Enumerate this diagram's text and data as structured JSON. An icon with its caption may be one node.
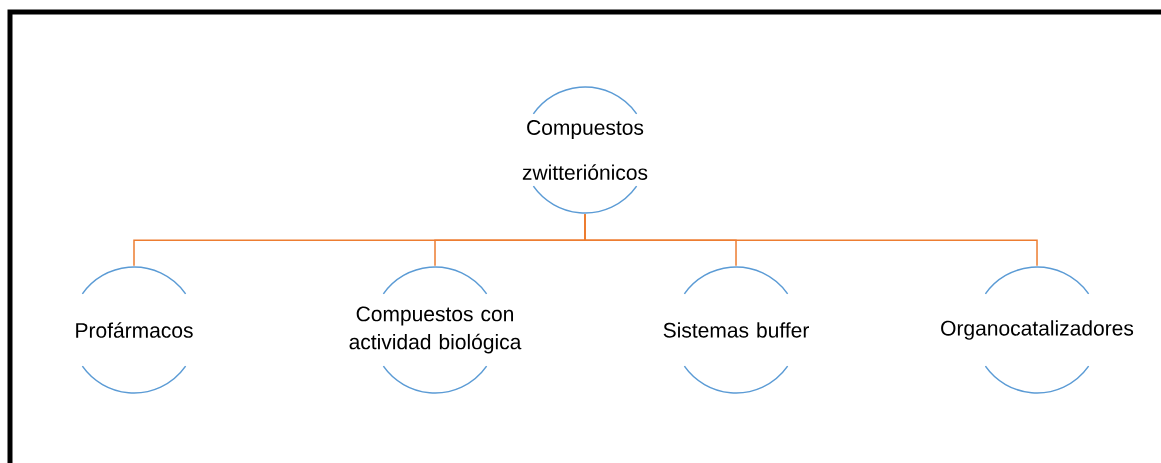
{
  "diagram": {
    "nodes": [
      {
        "text": [
          "Compuestos zwitteriónicos"
        ]
      },
      {
        "text": [
          "Profármacos"
        ]
      },
      {
        "text": [
          "Compuestos con actividad biológica"
        ]
      },
      {
        "text": [
          "Sistemas buffer"
        ]
      },
      {
        "text": [
          "Organocatalizadores"
        ]
      }
    ],
    "edges": [
      {
        "from": 0,
        "to": 1,
        "arrow": "none"
      },
      {
        "from": 0,
        "to": 2,
        "arrow": "none"
      },
      {
        "from": 0,
        "to": 3,
        "arrow": "none"
      },
      {
        "from": 0,
        "to": 4,
        "arrow": "none"
      }
    ]
  }
}
